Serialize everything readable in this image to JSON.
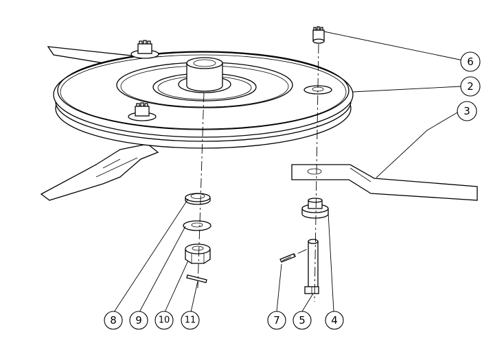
{
  "callouts": {
    "c6": "6",
    "c2": "2",
    "c3": "3",
    "c8": "8",
    "c9": "9",
    "c10": "10",
    "c11": "11",
    "c7": "7",
    "c5": "5",
    "c4": "4"
  }
}
